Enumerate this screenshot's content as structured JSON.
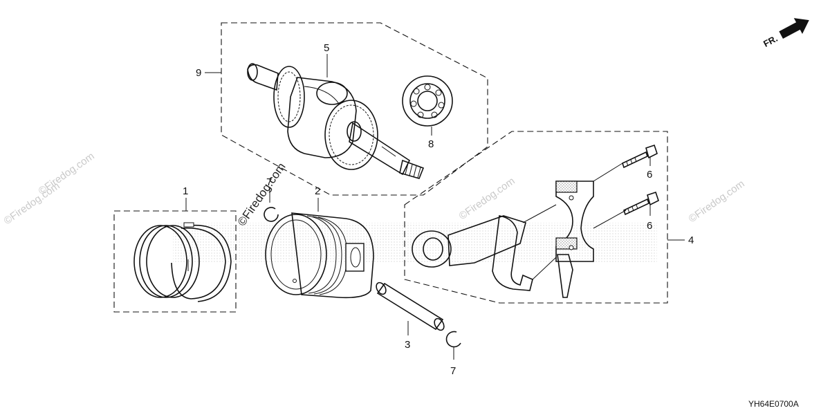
{
  "diagram": {
    "code": "YH64E0700A",
    "front_label": "FR.",
    "watermark": "©Firedog.com",
    "callouts": {
      "c1": "1",
      "c2": "2",
      "c3": "3",
      "c4": "4",
      "c5": "5",
      "c6a": "6",
      "c6b": "6",
      "c7a": "7",
      "c7b": "7",
      "c8": "8",
      "c9": "9"
    }
  }
}
